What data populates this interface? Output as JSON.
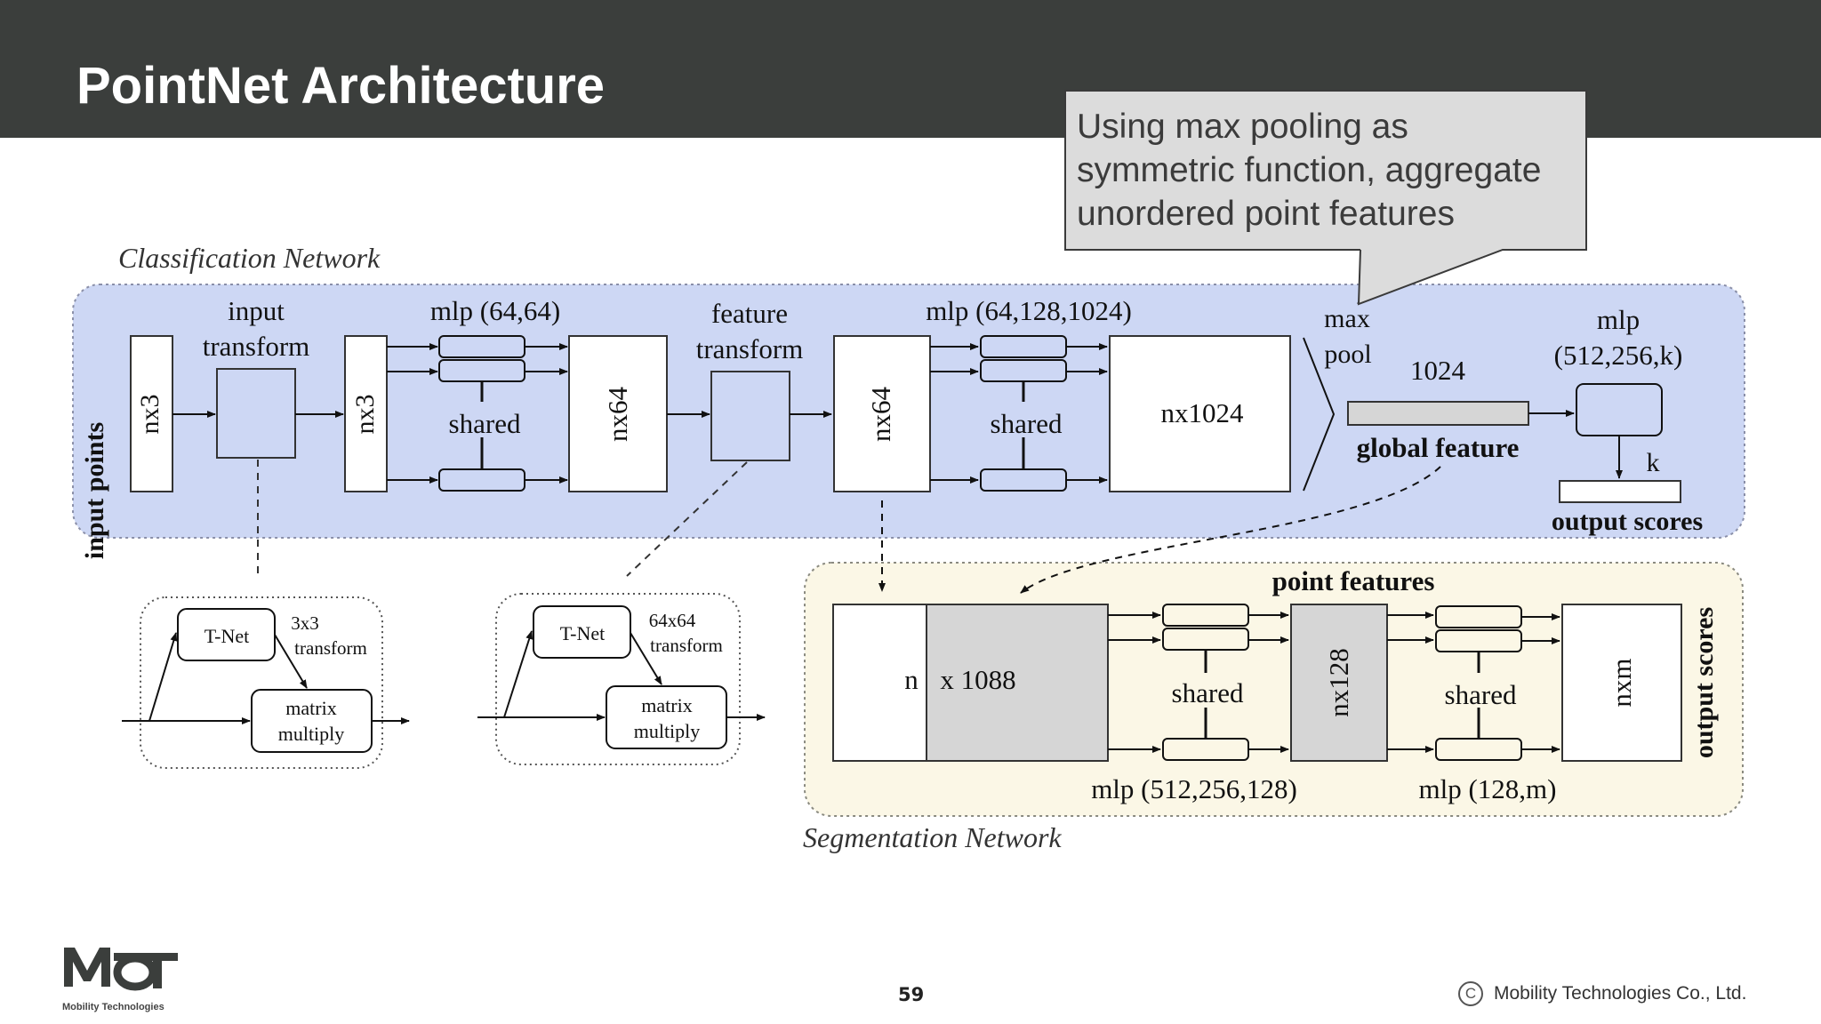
{
  "slide": {
    "title": "PointNet Architecture",
    "page_number": "59",
    "company": "Mobility Technologies Co., Ltd.",
    "logo_text": "MoT",
    "logo_subtext": "Mobility Technologies"
  },
  "callout": {
    "lines": [
      "Using max pooling as",
      "symmetric function, aggregate",
      "unordered point features"
    ]
  },
  "classification": {
    "title": "Classification Network",
    "input_points": "input points",
    "nx3_a": "nx3",
    "input_transform_1": "input",
    "input_transform_2": "transform",
    "nx3_b": "nx3",
    "mlp1": "mlp (64,64)",
    "shared1": "shared",
    "nx64_a": "nx64",
    "feature_transform_1": "feature",
    "feature_transform_2": "transform",
    "nx64_b": "nx64",
    "mlp2": "mlp (64,128,1024)",
    "shared2": "shared",
    "nx1024": "nx1024",
    "max": "max",
    "pool": "pool",
    "dim1024": "1024",
    "global_feature": "global feature",
    "mlp3_1": "mlp",
    "mlp3_2": "(512,256,k)",
    "k": "k",
    "output_scores": "output scores"
  },
  "tnet1": {
    "label": "T-Net",
    "transform_1": "3x3",
    "transform_2": "transform",
    "matrix_1": "matrix",
    "matrix_2": "multiply"
  },
  "tnet2": {
    "label": "T-Net",
    "transform_1": "64x64",
    "transform_2": "transform",
    "matrix_1": "matrix",
    "matrix_2": "multiply"
  },
  "segmentation": {
    "title": "Segmentation Network",
    "point_features": "point features",
    "n": "n",
    "x1088": "x 1088",
    "shared1": "shared",
    "nx128": "nx128",
    "shared2": "shared",
    "nxm": "nxm",
    "output_scores": "output scores",
    "mlp1": "mlp (512,256,128)",
    "mlp2": "mlp (128,m)"
  },
  "colors": {
    "header": "#3b3e3c",
    "classification_bg": "#cdd7f4",
    "segmentation_bg": "#fbf7e6",
    "callout_bg": "#dcdcdc"
  }
}
